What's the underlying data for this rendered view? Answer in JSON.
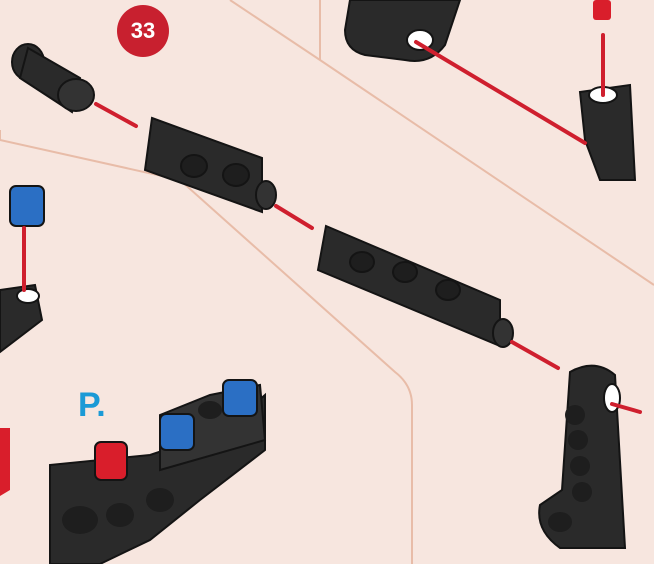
{
  "step": {
    "number": "33",
    "badge_color": "#c8202f"
  },
  "sub_step": {
    "label": "P.",
    "color": "#1b9ad6"
  },
  "colors": {
    "background": "#f7e6df",
    "panel_line": "#e8bca8",
    "part_black": "#2a2a2a",
    "part_edge": "#141414",
    "peg_red": "#d91e2b",
    "peg_blue": "#2b6fc4",
    "guide_line": "#cf1f2e"
  },
  "icons": [
    "axle-connector-part",
    "beam-3-part",
    "beam-5-part",
    "angled-beam-part",
    "red-peg-part",
    "blue-peg-part"
  ]
}
